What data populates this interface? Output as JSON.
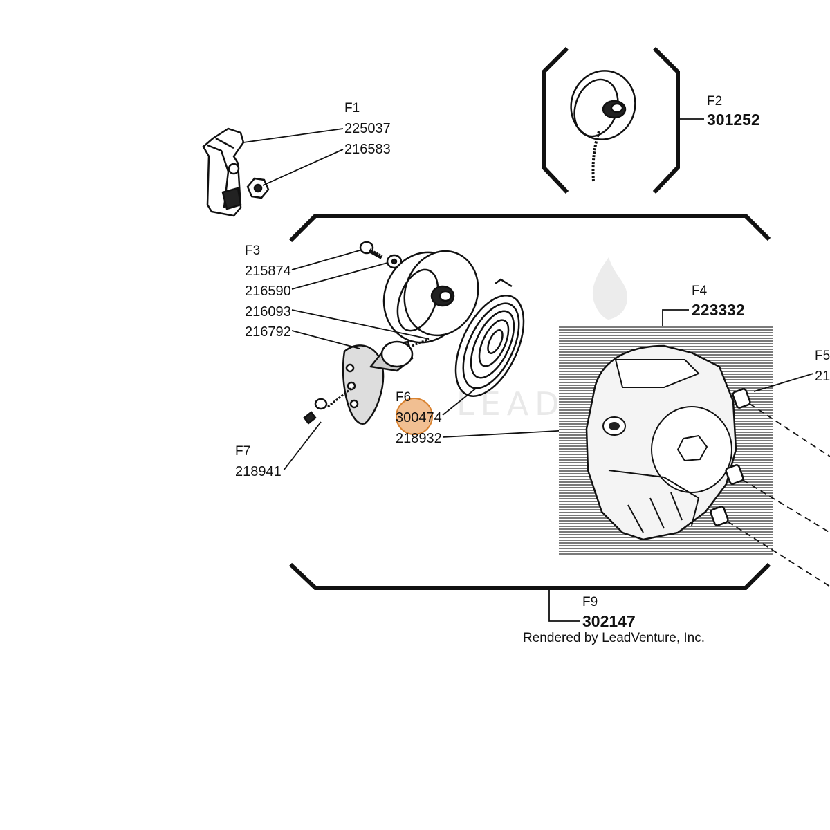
{
  "groups": [
    {
      "id": "F1",
      "parts": [
        "225037",
        "216583"
      ]
    },
    {
      "id": "F2",
      "parts": [],
      "kit": "301252"
    },
    {
      "id": "F3",
      "parts": [
        "215874",
        "216590",
        "216093",
        "216792"
      ]
    },
    {
      "id": "F4",
      "parts": [],
      "kit": "223332"
    },
    {
      "id": "F5",
      "parts": [
        "21"
      ]
    },
    {
      "id": "F6",
      "parts": [
        "300474",
        "218932"
      ]
    },
    {
      "id": "F7",
      "parts": [
        "218941"
      ]
    },
    {
      "id": "F9",
      "parts": [],
      "kit": "302147"
    }
  ],
  "footer": {
    "credit": "Rendered by LeadVenture, Inc."
  },
  "watermark": {
    "text": "LEADVENTURE"
  },
  "highlight": {
    "color": "#e8954a",
    "target_part": "300474"
  }
}
